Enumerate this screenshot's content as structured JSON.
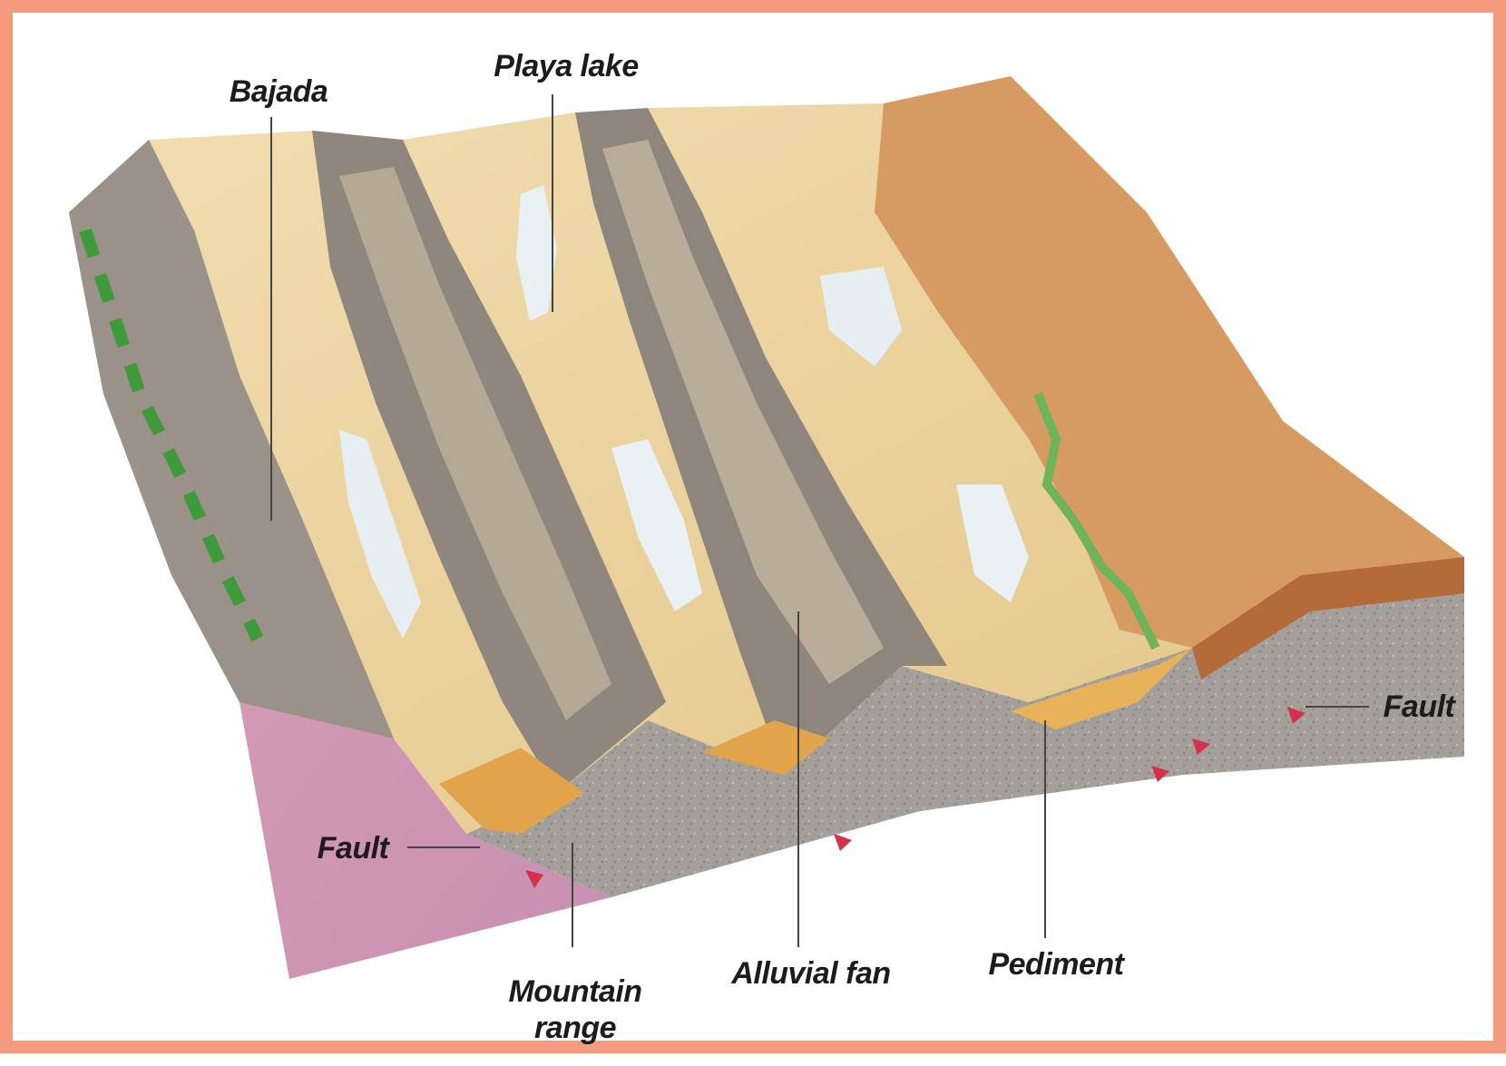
{
  "labels": {
    "bajada": "Bajada",
    "playa_lake": "Playa lake",
    "fault_left": "Fault",
    "fault_right": "Fault",
    "mountain_range_line1": "Mountain",
    "mountain_range_line2": "range",
    "alluvial_fan": "Alluvial fan",
    "pediment": "Pediment"
  }
}
